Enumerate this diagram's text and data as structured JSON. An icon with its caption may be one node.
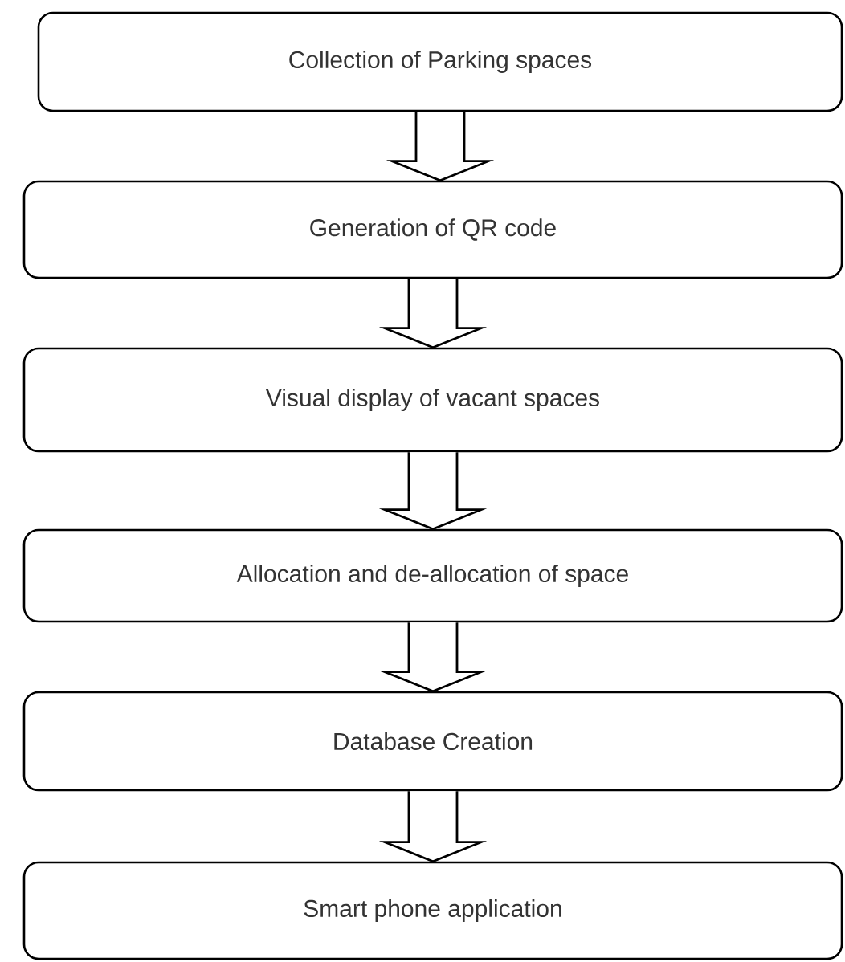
{
  "diagram": {
    "nodes": [
      {
        "text": [
          "Collection of Parking spaces"
        ]
      },
      {
        "text": [
          "Generation of QR code"
        ]
      },
      {
        "text": [
          "Visual display of vacant spaces"
        ]
      },
      {
        "text": [
          "Allocation and de-allocation of space"
        ]
      },
      {
        "text": [
          "Database Creation"
        ]
      },
      {
        "text": [
          "Smart phone application"
        ]
      }
    ],
    "edges": [
      {
        "from": 0,
        "to": 1,
        "arrow": "to"
      },
      {
        "from": 1,
        "to": 2,
        "arrow": "to"
      },
      {
        "from": 2,
        "to": 3,
        "arrow": "to"
      },
      {
        "from": 3,
        "to": 4,
        "arrow": "to"
      },
      {
        "from": 4,
        "to": 5,
        "arrow": "to"
      }
    ]
  }
}
